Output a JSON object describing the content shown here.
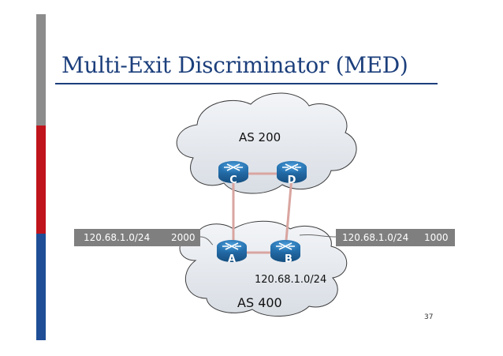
{
  "slide": {
    "title": "Multi-Exit Discriminator (MED)",
    "page_number": "37"
  },
  "diagram": {
    "as_top": "AS 200",
    "as_bottom": "AS 400",
    "routers": {
      "c": "C",
      "d": "D",
      "a": "A",
      "b": "B"
    },
    "internal_prefix": "120.68.1.0/24",
    "left_route": {
      "prefix": "120.68.1.0/24",
      "med": "2000"
    },
    "right_route": {
      "prefix": "120.68.1.0/24",
      "med": "1000"
    }
  },
  "colors": {
    "title": "#1c3f7c",
    "cloud_fill": "#e6e9ee",
    "router_fill": "#2b7bbd",
    "link": "#d9a5a0",
    "label_box": "#7f7f7f",
    "accent_bars": [
      "#8c8c8c",
      "#c0141d",
      "#1f4e96"
    ]
  },
  "icons": [
    "cloud-icon",
    "router-icon"
  ]
}
